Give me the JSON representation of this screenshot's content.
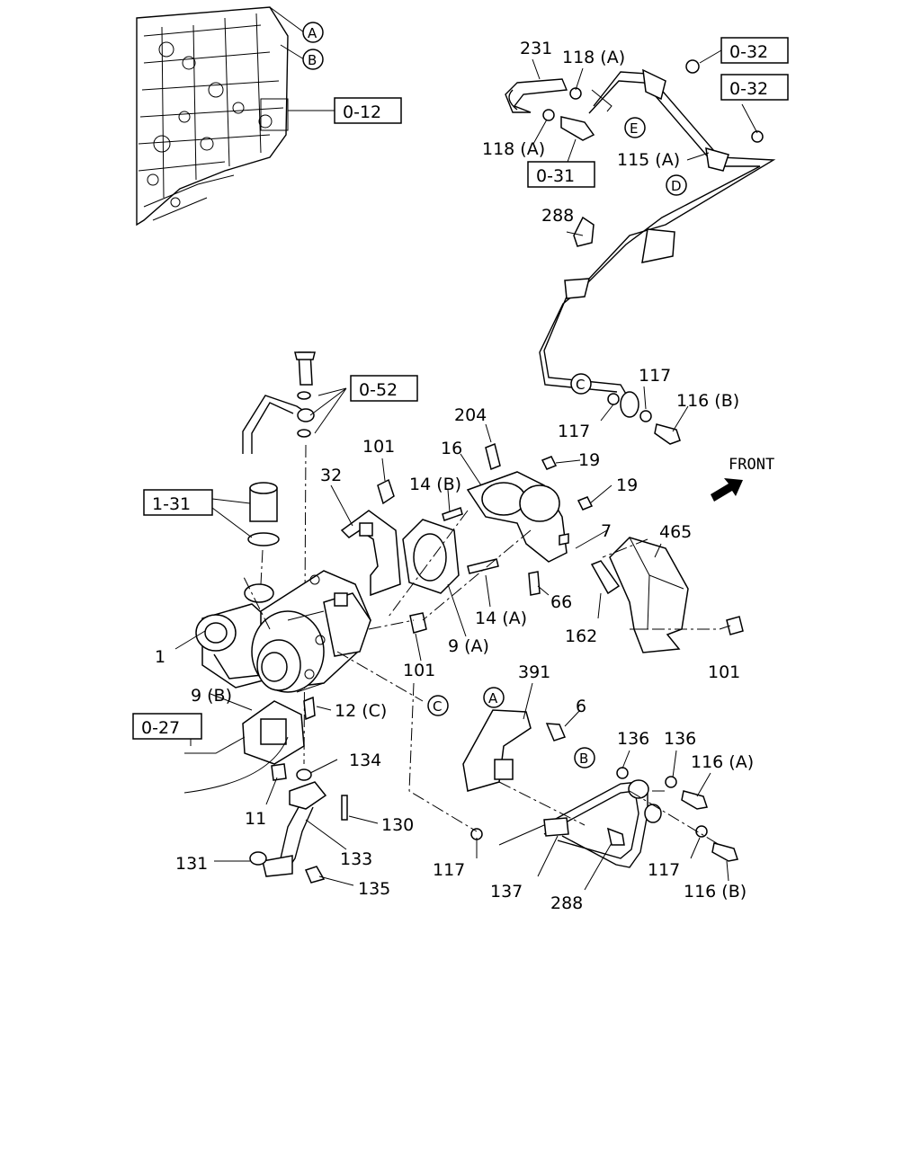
{
  "diagram": {
    "labels": [
      "231",
      "118 (A)",
      "118 (A)",
      "0-32",
      "0-32",
      "0-31",
      "115 (A)",
      "0-12",
      "288",
      "117",
      "116 (B)",
      "117",
      "0-52",
      "204",
      "16",
      "19",
      "19",
      "FRONT",
      "101",
      "32",
      "14 (B)",
      "1-31",
      "7",
      "465",
      "66",
      "14 (A)",
      "162",
      "101",
      "9 (A)",
      "101",
      "1",
      "9 (B)",
      "12 (C)",
      "0-27",
      "391",
      "6",
      "134",
      "136",
      "136",
      "116 (A)",
      "11",
      "130",
      "133",
      "131",
      "135",
      "117",
      "137",
      "288",
      "117",
      "116 (B)"
    ],
    "circles": [
      "A",
      "B",
      "E",
      "D",
      "C",
      "C",
      "A",
      "B"
    ]
  }
}
